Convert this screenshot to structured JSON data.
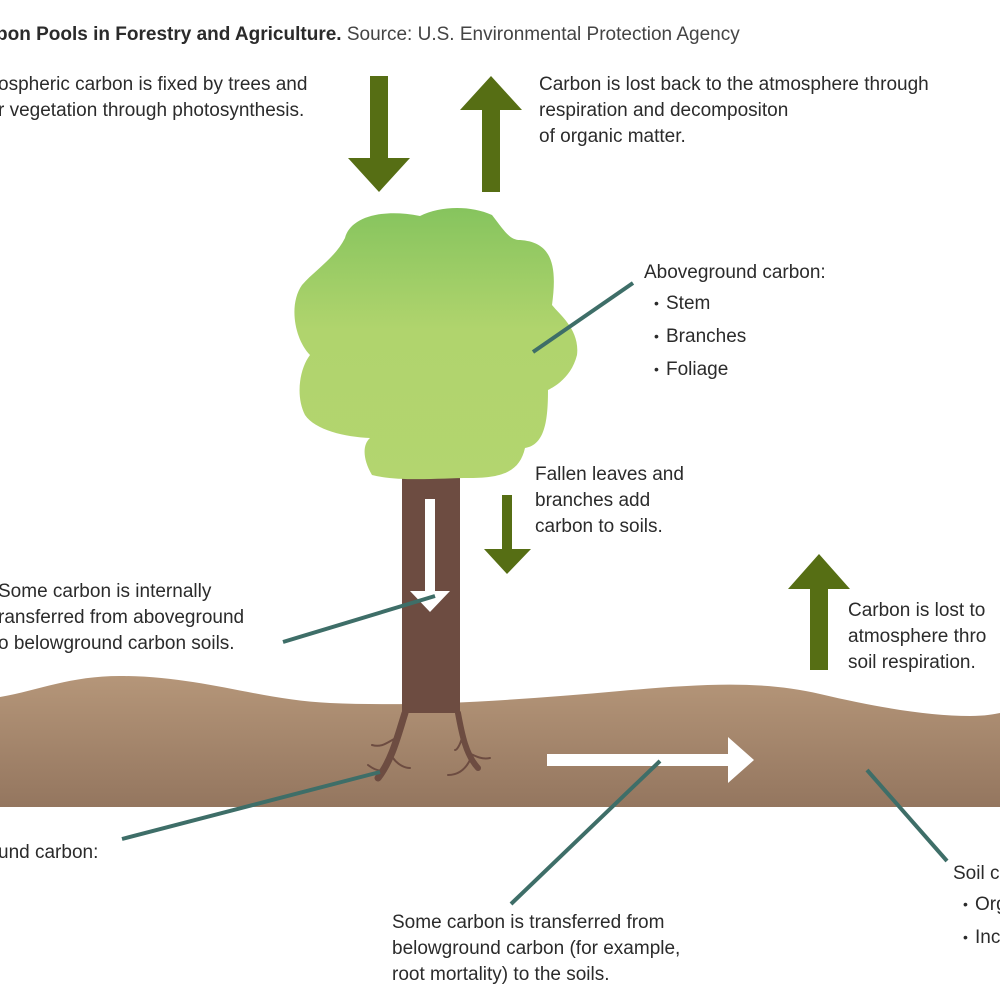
{
  "header": {
    "title_bold": "bon Pools in Forestry and Agriculture.",
    "source": "Source: U.S. Environmental Protection Agency"
  },
  "labels": {
    "fixation": [
      "ospheric carbon is fixed by trees and",
      "r vegetation through photosynthesis."
    ],
    "respiration": [
      "Carbon is lost back to the atmosphere through",
      "respiration and decompositon",
      "of organic matter."
    ],
    "aboveground": {
      "heading": "Aboveground carbon:",
      "items": [
        "Stem",
        "Branches",
        "Foliage"
      ]
    },
    "fallen": [
      "Fallen leaves and",
      "branches add",
      "carbon to soils."
    ],
    "internal": [
      "Some carbon is internally",
      "ransferred from aboveground",
      "o belowground carbon soils."
    ],
    "soil_loss": [
      "Carbon is lost  to",
      "atmosphere thro",
      "soil respiration."
    ],
    "belowground": {
      "heading": "und carbon:"
    },
    "root_transfer": [
      "Some carbon is transferred from",
      "belowground carbon (for example,",
      "root mortality) to the soils."
    ],
    "soil_carbon": {
      "heading": "Soil c",
      "items": [
        "Org",
        "Inc"
      ]
    }
  },
  "colors": {
    "arrow_green": "#566e14",
    "leader_teal": "#3e6e68",
    "trunk": "#6d4c41",
    "soil_top": "#b39478",
    "soil_bottom": "#967864",
    "canopy_top": "#8cc662",
    "canopy_bottom": "#b3d56f"
  }
}
